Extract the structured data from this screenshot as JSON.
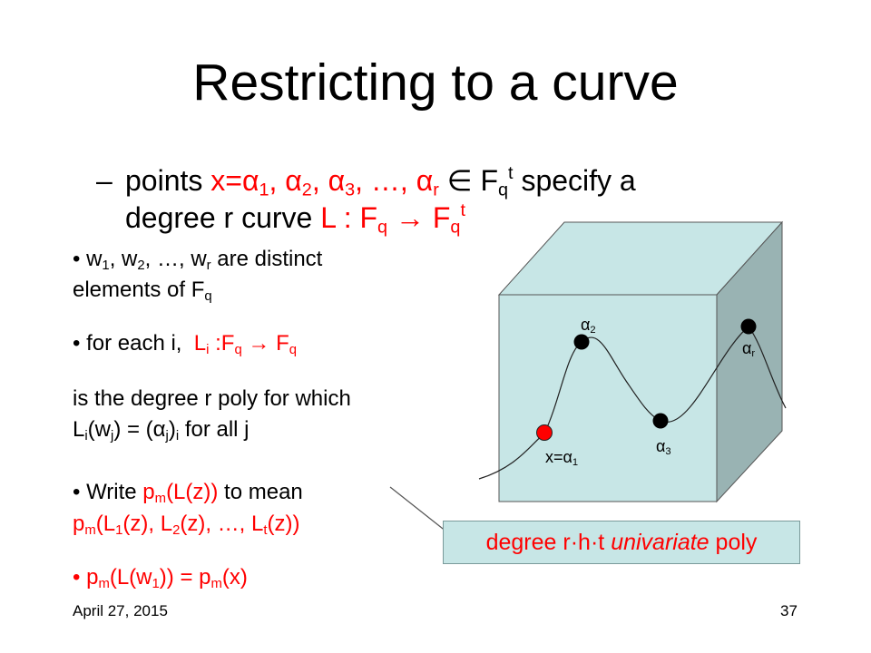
{
  "slide": {
    "title": "Restricting to a curve",
    "footer_date": "April 27, 2015",
    "slide_number": "37"
  },
  "main_bullet": {
    "dash": "–",
    "l1_a": "points ",
    "l1_b": "x=",
    "alpha": "α",
    "s1": "1",
    "comma": ", ",
    "s2": "2",
    "s3": "3",
    "dots": ", …, ",
    "sr": "r",
    "in": " ∈ F",
    "q": "q",
    "t": "t",
    "l1_c": " specify a",
    "l2_a": "degree r curve ",
    "l2_b": "L : F",
    "arrow": " → F"
  },
  "bullets": {
    "b1_w": "• w",
    "b1_c": ", w",
    "b1_dots": ", …, w",
    "b1_r": "r",
    "b1_text": " are distinct",
    "b1_l2": "elements of F",
    "b2_a": "• for each i,  ",
    "b2_L": "L",
    "b2_i": "i",
    "b2_b": " :F",
    "b2_arrow": " → F",
    "p1": "is the degree r poly for which",
    "p2_L": "L",
    "p2_i": "i",
    "p2_w": "(w",
    "p2_j": "j",
    "p2_eq": ") = (",
    "p2_a": "α",
    "p2_rest": " for all j",
    "b3_a": "• Write ",
    "b3_p": "p",
    "b3_m": "m",
    "b3_L": "(L(z))",
    "b3_b": " to mean",
    "b4_a": "p",
    "b4_b": "(L",
    "b4_c": "(z), L",
    "b4_d": "(z), …, L",
    "b4_e": "(z))",
    "b5_bullet": "• ",
    "b5_a": "p",
    "b5_b": "(L(w",
    "b5_c": ")) = p",
    "b5_d": "(x)"
  },
  "figure": {
    "label_alpha2": "2",
    "label_alphar": "r",
    "label_alpha3": "3",
    "label_x": "x=",
    "label_x_sub": "1",
    "alpha": "α",
    "poly_a": "degree r",
    "poly_dot": "·",
    "poly_h": "h",
    "poly_t": "t ",
    "poly_italic": "univariate",
    "poly_end": " poly"
  },
  "colors": {
    "cube_front": "#c7e6e6",
    "cube_side": "#99b3b3",
    "accent_red": "#ff0000"
  }
}
